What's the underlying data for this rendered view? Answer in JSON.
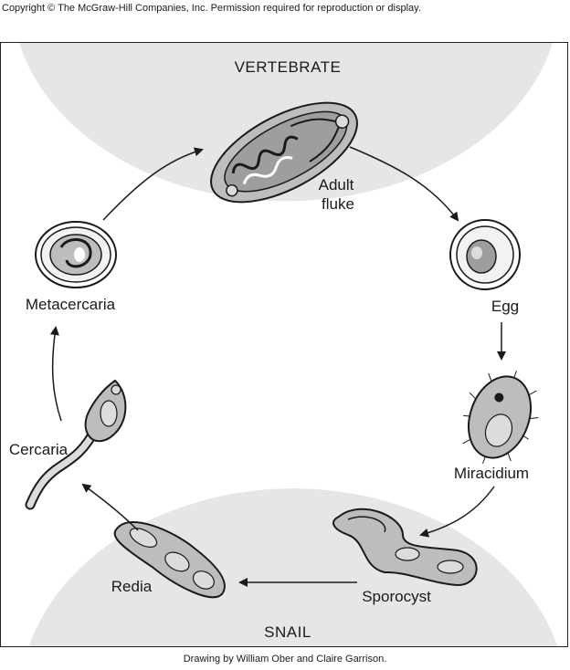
{
  "header": {
    "copyright": "Copyright © The McGraw-Hill Companies, Inc. Permission required for reproduction or display."
  },
  "diagram": {
    "hosts": {
      "top": "VERTEBRATE",
      "bottom": "SNAIL"
    },
    "stages": {
      "adult_fluke_line1": "Adult",
      "adult_fluke_line2": "fluke",
      "egg": "Egg",
      "miracidium": "Miracidium",
      "sporocyst": "Sporocyst",
      "redia": "Redia",
      "cercaria": "Cercaria",
      "metacercaria": "Metacercaria"
    }
  },
  "footer": {
    "credit": "Drawing by William Ober and Claire Garrison."
  },
  "colors": {
    "host_region": "#e6e6e6",
    "stroke": "#1a1a1a",
    "organism_fill": "#bdbdbd",
    "organism_light": "#dcdcdc"
  }
}
